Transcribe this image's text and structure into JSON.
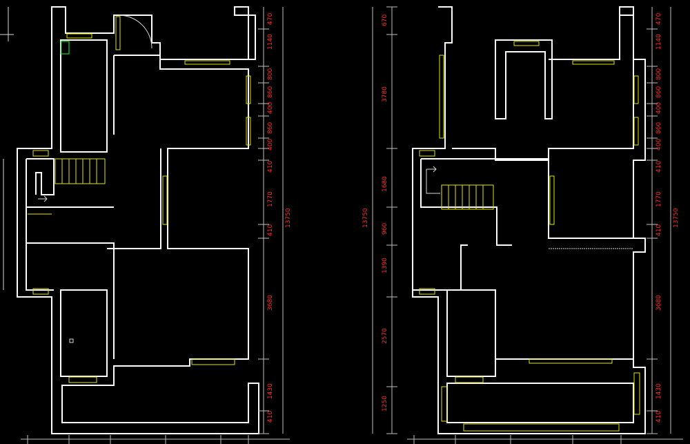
{
  "plan_left": {
    "dims_right": [
      "470",
      "1140",
      "800",
      "860",
      "400",
      "860",
      "400",
      "410",
      "1770",
      "410",
      "3680",
      "1430",
      "410"
    ],
    "dim_total": "13750"
  },
  "plan_right": {
    "dims_left": [
      "670",
      "3780",
      "1680",
      "960",
      "1390",
      "2570",
      "1250"
    ],
    "dims_right": [
      "470",
      "1140",
      "800",
      "860",
      "400",
      "860",
      "400",
      "410",
      "1770",
      "410",
      "3680",
      "1430",
      "410"
    ],
    "dim_total_left": "13750",
    "dim_total_right": "13750"
  },
  "colors": {
    "background": "#000000",
    "wall": "#ffffff",
    "window": "#e6e600",
    "dimension_text": "#ff2a2a",
    "fixture": "#22ff22"
  }
}
